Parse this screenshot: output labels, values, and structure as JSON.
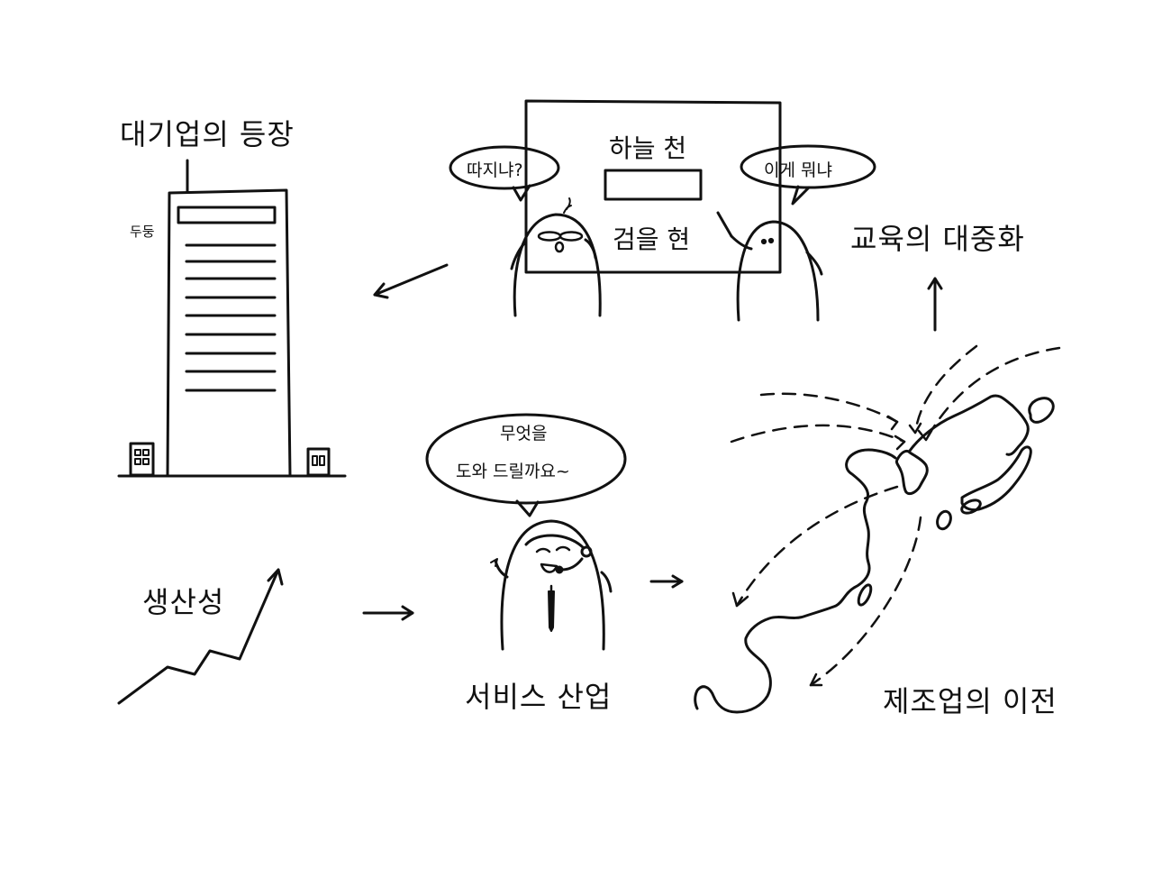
{
  "labels": {
    "big_corp": "대기업의 등장",
    "building_sound": "두둥",
    "board_top": "하늘 천",
    "board_bottom": "검을 현",
    "bubble_left": "따지냐?",
    "bubble_right": "이게 뭐냐",
    "education": "교육의 대중화",
    "productivity": "생산성",
    "service_bubble_line1": "무엇을",
    "service_bubble_line2": "도와 드릴까요~",
    "service_industry": "서비스 산업",
    "manufacturing": "제조업의 이전"
  },
  "icons": {
    "building": "office-building-icon",
    "board": "blackboard-icon",
    "students": "student-figures-icon",
    "operator": "call-center-figure-icon",
    "map": "east-asia-map-icon",
    "growth": "rising-line-icon"
  },
  "colors": {
    "ink": "#111111",
    "paper": "#ffffff"
  }
}
